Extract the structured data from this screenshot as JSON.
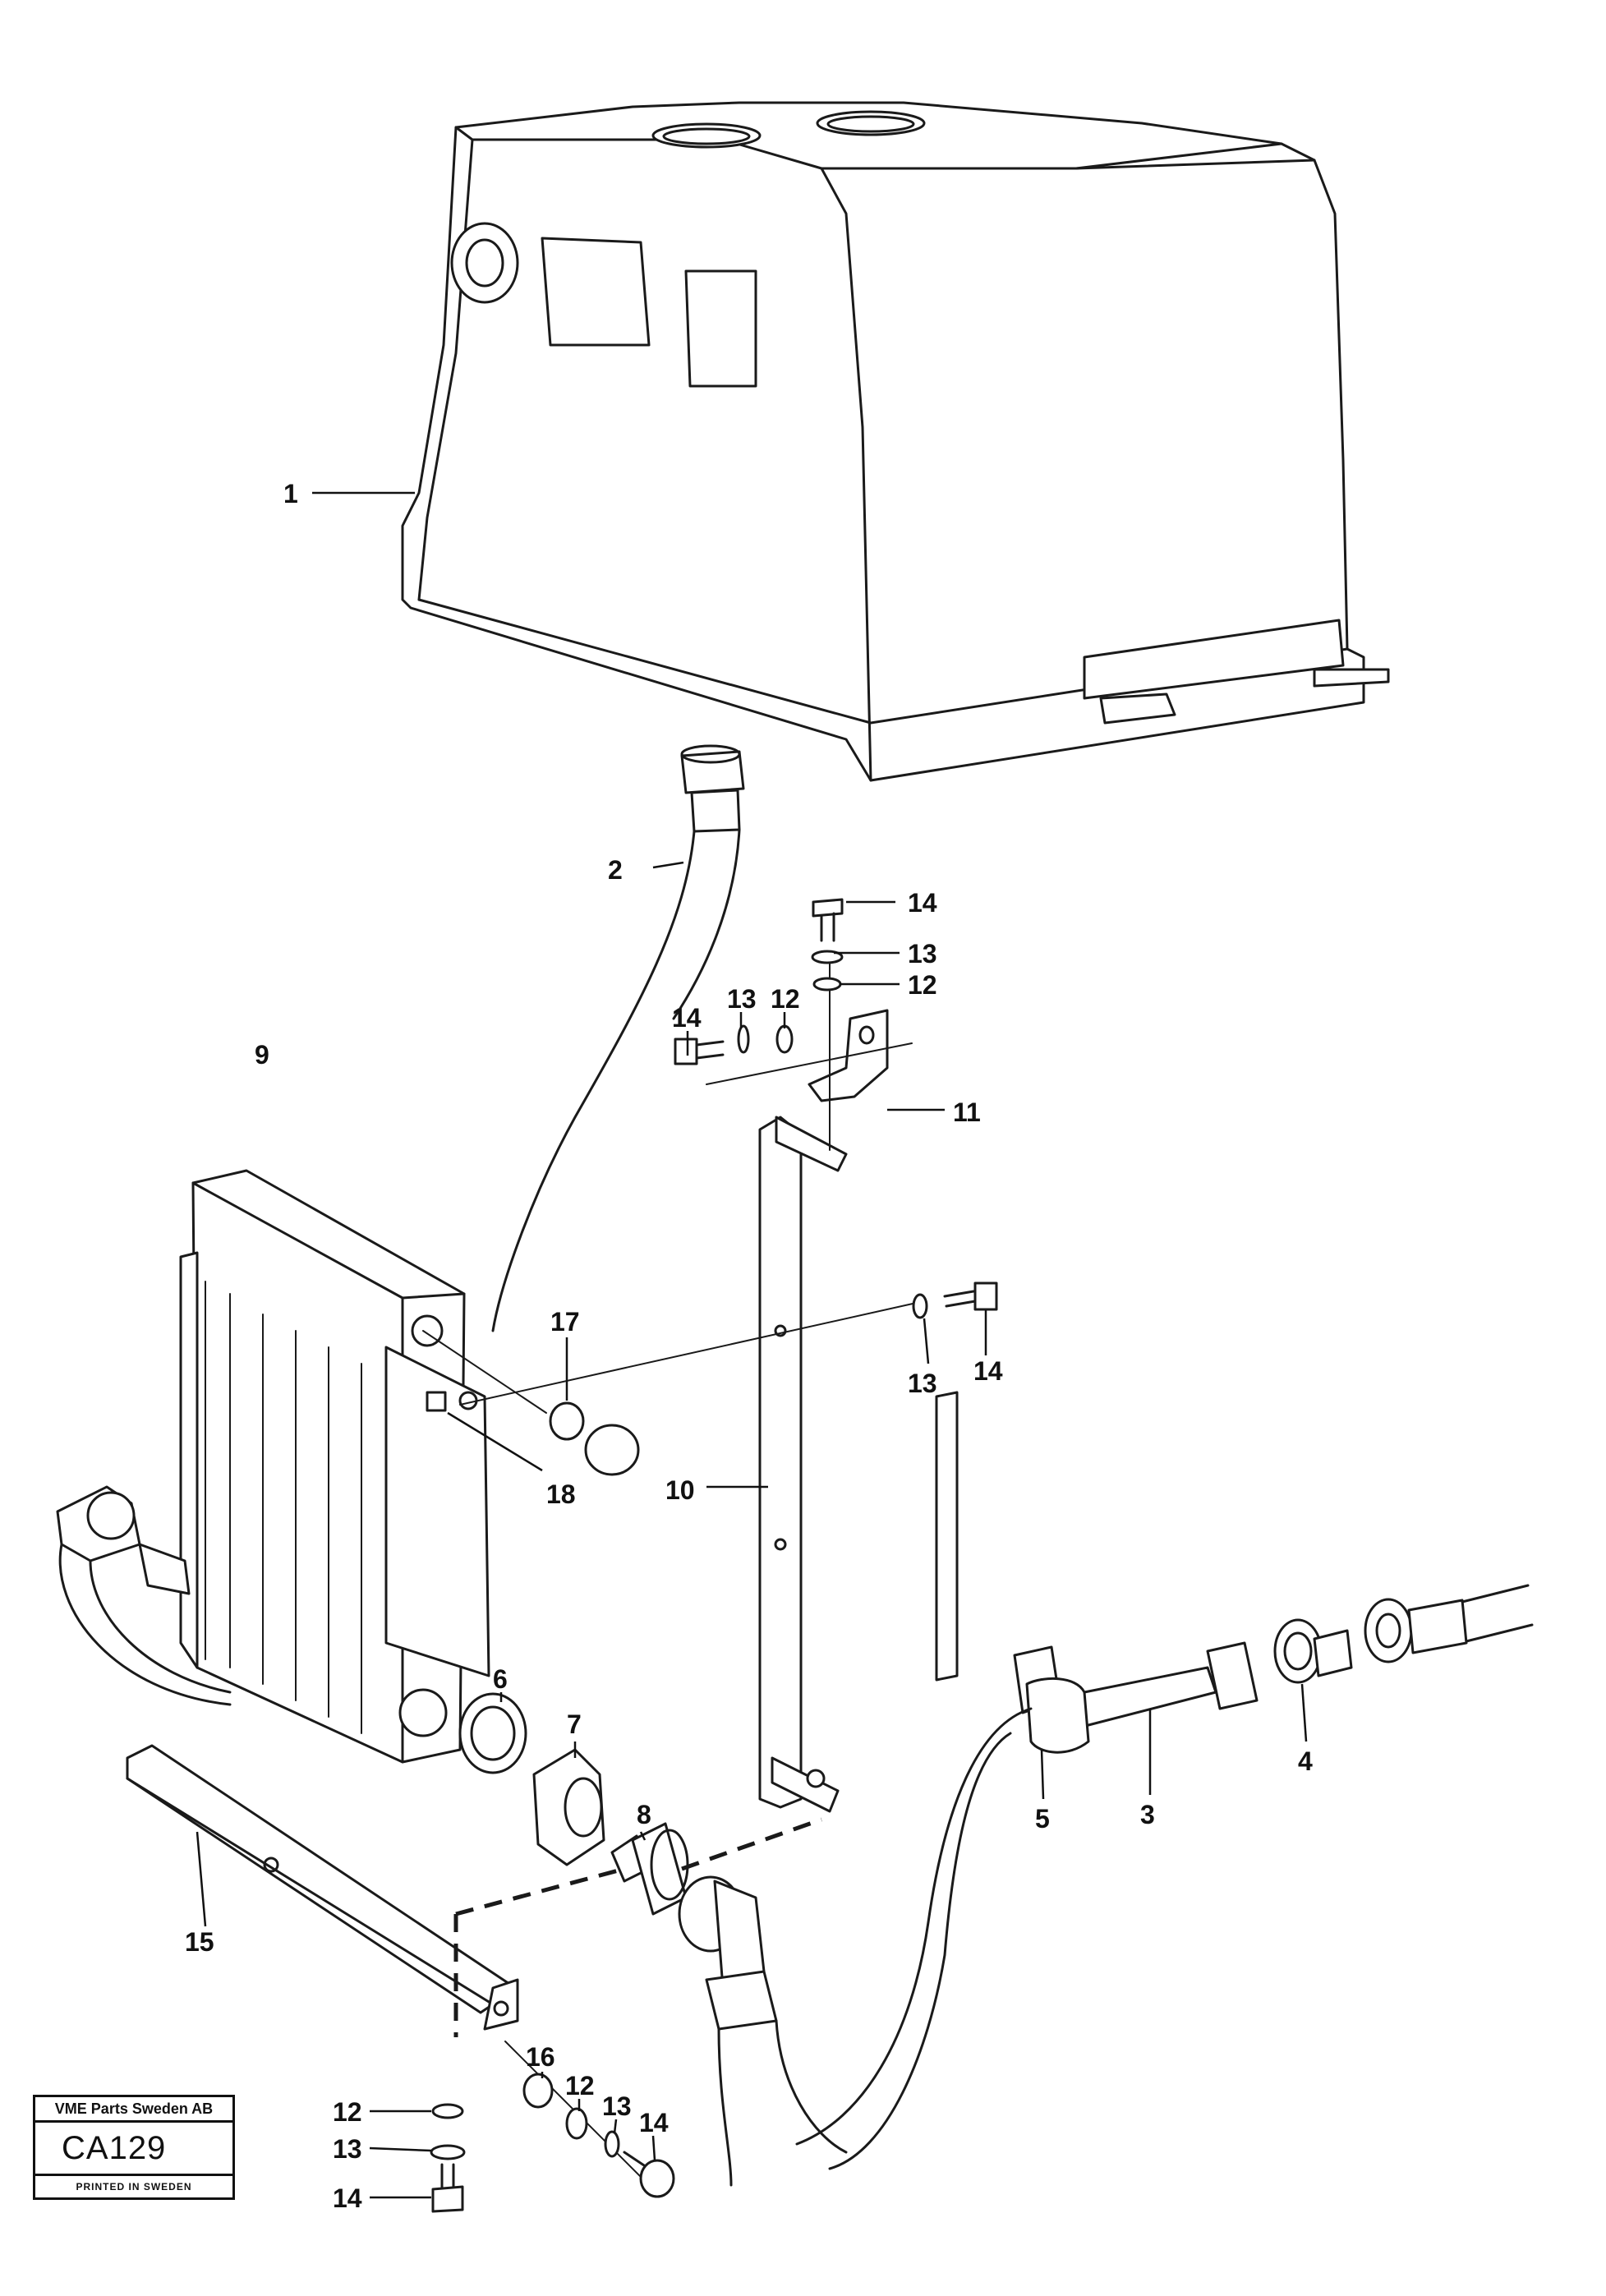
{
  "diagram": {
    "callouts": [
      "1",
      "2",
      "3",
      "4",
      "5",
      "6",
      "7",
      "8",
      "9",
      "10",
      "11",
      "12",
      "13",
      "14",
      "15",
      "16",
      "17",
      "18"
    ],
    "callouts_repeat": {
      "c12a": "12",
      "c12b": "12",
      "c12c": "12",
      "c12d": "12",
      "c13a": "13",
      "c13b": "13",
      "c13c": "13",
      "c13d": "13",
      "c13e": "13",
      "c14a": "14",
      "c14b": "14",
      "c14c": "14",
      "c14d": "14",
      "c14e": "14"
    }
  },
  "stamp": {
    "company": "VME Parts Sweden AB",
    "code": "CA129",
    "printed": "PRINTED IN SWEDEN"
  }
}
